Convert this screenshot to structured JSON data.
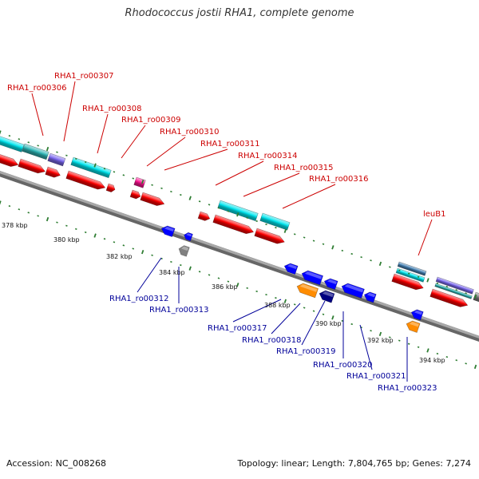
{
  "title": "Rhodococcus jostii RHA1, complete genome",
  "footer": {
    "accession": "Accession: NC_008268",
    "topology": "Topology: linear; Length: 7,804,765 bp; Genes: 7,274"
  },
  "colors": {
    "backbone": "#888888",
    "forward_tick": "#2e7d32",
    "reverse_tick": "#2e7d32",
    "forward_label": "#cc0000",
    "reverse_label": "#000099"
  },
  "scale": {
    "unit": "kbp",
    "labels": [
      "378 kbp",
      "380 kbp",
      "382 kbp",
      "384 kbp",
      "386 kbp",
      "388 kbp",
      "390 kbp",
      "392 kbp",
      "394 kbp"
    ]
  },
  "forward_genes": [
    "RHA1_ro00306",
    "RHA1_ro00307",
    "RHA1_ro00308",
    "RHA1_ro00309",
    "RHA1_ro00310",
    "RHA1_ro00311",
    "RHA1_ro00314",
    "RHA1_ro00315",
    "RHA1_ro00316",
    "leuB1"
  ],
  "reverse_genes": [
    "RHA1_ro00312",
    "RHA1_ro00313",
    "RHA1_ro00317",
    "RHA1_ro00318",
    "RHA1_ro00319",
    "RHA1_ro00320",
    "RHA1_ro00321",
    "RHA1_ro00323"
  ],
  "feature_colors": [
    "#ff0000",
    "#00e5ee",
    "#2fb5b5",
    "#7b68ee",
    "#ff1493",
    "#0000ff",
    "#ff8c00",
    "#000080",
    "#808080",
    "#4682b4"
  ]
}
